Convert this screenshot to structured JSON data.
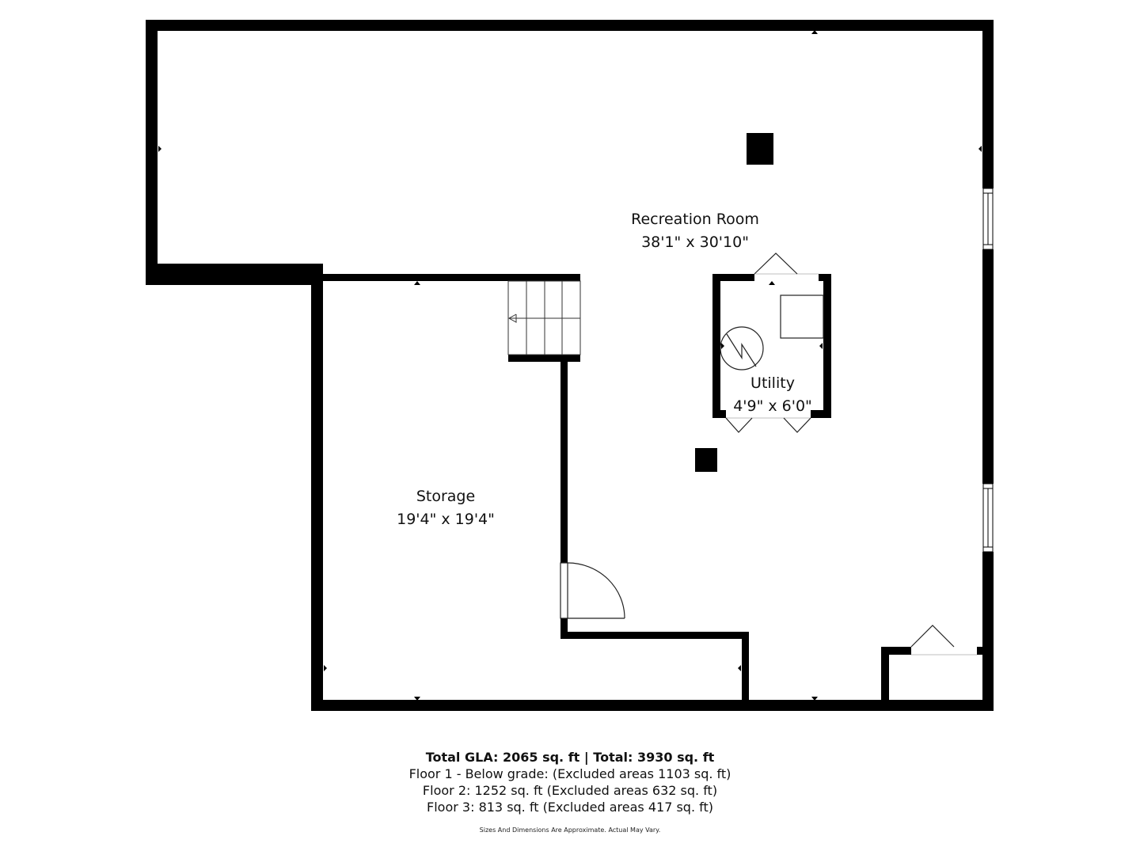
{
  "plan": {
    "wall_color": "#000000",
    "background": "#ffffff",
    "rooms": [
      {
        "name": "Recreation Room",
        "dimensions": "38'1\" x 30'10\""
      },
      {
        "name": "Utility",
        "dimensions": "4'9\" x 6'0\""
      },
      {
        "name": "Storage",
        "dimensions": "19'4\" x 19'4\""
      }
    ],
    "icons": {
      "stairs": "stairs-icon",
      "water_heater": "water-heater-icon",
      "door": "door-swing-icon",
      "window": "window-icon",
      "column": "column-icon"
    }
  },
  "footer": {
    "total": "Total GLA: 2065 sq. ft | Total: 3930 sq. ft",
    "floors": [
      "Floor 1 - Below grade: (Excluded areas 1103 sq. ft)",
      "Floor 2: 1252 sq. ft (Excluded areas 632 sq. ft)",
      "Floor 3: 813 sq. ft (Excluded areas 417 sq. ft)"
    ],
    "disclaimer": "Sizes And Dimensions Are Approximate. Actual May Vary."
  }
}
